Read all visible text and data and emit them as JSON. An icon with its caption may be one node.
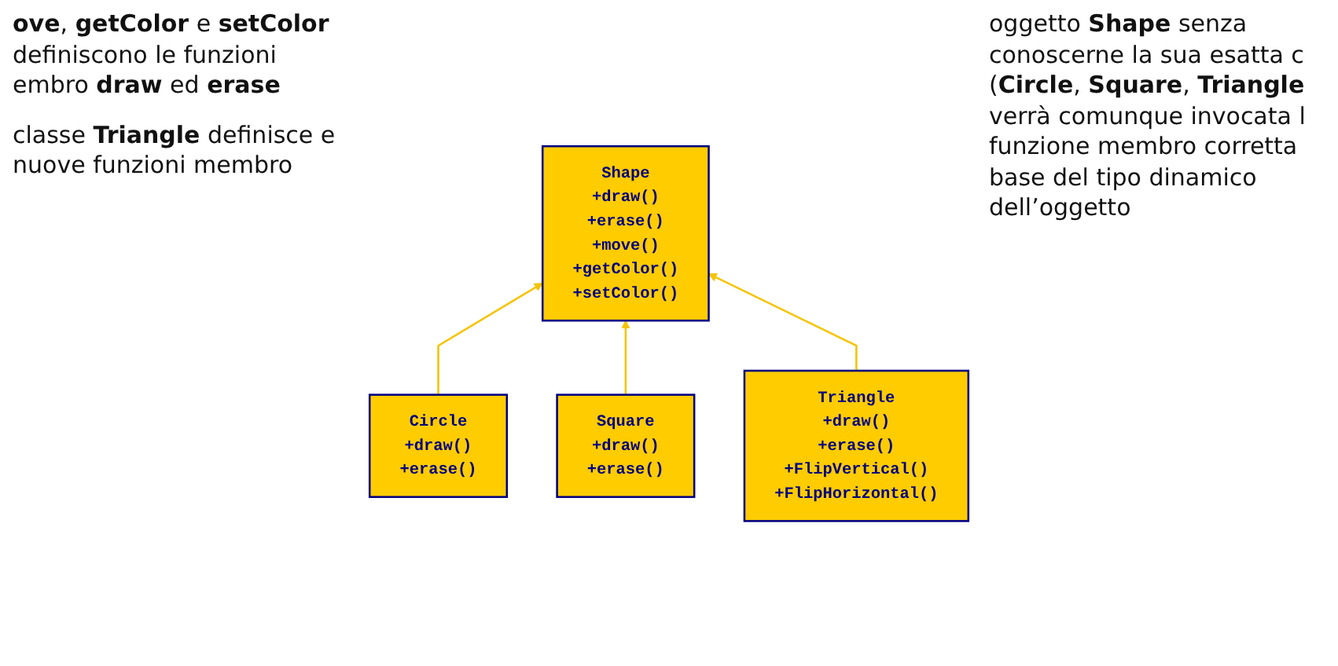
{
  "diagram": {
    "nodes": [
      {
        "text": [
          "Shape",
          "+draw()",
          "+erase()",
          "+move()",
          "+getColor()",
          "+setColor()"
        ]
      },
      {
        "text": [
          "Circle",
          "+draw()",
          "+erase()"
        ]
      },
      {
        "text": [
          "Square",
          "+draw()",
          "+erase()"
        ]
      },
      {
        "text": [
          "Triangle",
          "+draw()",
          "+erase()",
          "+FlipVertical()",
          "+FlipHorizontal()"
        ]
      }
    ],
    "edges": [
      {
        "from": 1,
        "to": 0,
        "arrow": "to"
      },
      {
        "from": 2,
        "to": 0,
        "arrow": "to"
      },
      {
        "from": 3,
        "to": 0,
        "arrow": "to"
      }
    ],
    "labels": [
      "**ove**, **getColor** e **setColor** definiscono le funzioni embro **draw** ed **erase**",
      "classe **Triangle** definisce e nuove funzioni membro",
      "oggetto **Shape** senza conoscerne la sua esatta c (**Circle**, **Square**, **Triangle** verrà comunque invocata l funzione membro corretta base del tipo dinamico dell’oggetto"
    ]
  }
}
